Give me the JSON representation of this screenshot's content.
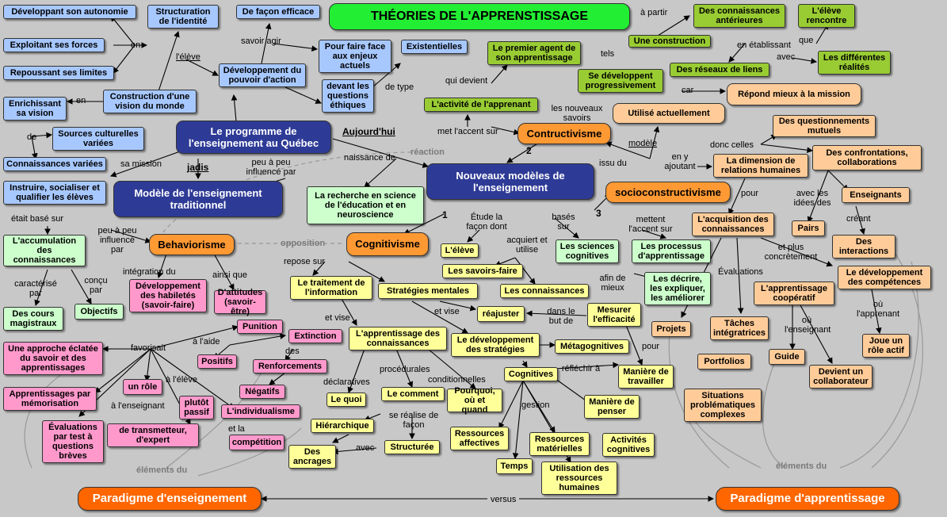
{
  "title": "THÉORIES DE L'APPRENSTISSAGE",
  "nodes": {
    "developpant_autonomie": "Développant son autonomie",
    "exploitant_forces": "Exploitant ses forces",
    "repoussant_limites": "Repoussant ses limites",
    "enrichissant_vision": "Enrichissant sa vision",
    "sources_culturelles": "Sources culturelles variées",
    "connaissances_variees": "Connaissances variées",
    "instruire": "Instruire, socialiser et qualifier les élèves",
    "structuration_identite": "Structuration de l'identité",
    "facon_efficace": "De façon efficace",
    "construction_vision": "Construction d'une vision du monde",
    "developpement_pouvoir": "Développement du pouvoir d'action",
    "faire_face": "Pour faire face aux enjeux actuels",
    "existentielles": "Existentielles",
    "questions_ethiques": "devant les questions éthiques",
    "programme_quebec": "Le programme de l'enseignement au Québec",
    "modele_traditionnel": "Modèle de l'enseignement traditionnel",
    "premier_agent": "Le premier agent de son apprentissage",
    "activite_apprenant": "L'activité de l'apprenant",
    "recherche_science": "La recherche en science de l'éducation et en neuroscience",
    "nouveaux_modeles": "Nouveaux modèles de l'enseignement",
    "contructivisme": "Contructivisme",
    "socioconstructivisme": "socioconstructivisme",
    "une_construction": "Une construction",
    "connaissances_anterieures": "Des connaissances antérieures",
    "eleve_rencontre": "L'élève rencontre",
    "reseaux_liens": "Des réseaux de liens",
    "realites_differentes": "Les différentes réalités",
    "se_developpent": "Se développent progressivement",
    "utilise_actuellement": "Utilisé actuellement",
    "repond_mieux": "Répond mieux à la mission",
    "questionnements_mutuels": "Des questionnements mutuels",
    "confrontations": "Des confrontations, collaborations",
    "dimension_relations": "La dimension de relations humaines",
    "enseignants": "Enseignants",
    "pairs": "Pairs",
    "des_interactions": "Des interactions",
    "acquisition_connaissances": "L'acquisition des connaissances",
    "developpement_competences": "Le développement des compétences",
    "apprentissage_cooperatif": "L'apprentissage coopératif",
    "projets": "Projets",
    "taches_integratrices": "Tâches intégratrices",
    "portfolios": "Portfolios",
    "guide": "Guide",
    "devient_collaborateur": "Devient un collaborateur",
    "joue_role": "Joue un rôle actif",
    "situations_problematiques": "Situations problématiques complexes",
    "accumulation_connaissances": "L'accumulation des connaissances",
    "behaviorisme": "Behaviorisme",
    "cognitivisme": "Cognitivisme",
    "cours_magistraux": "Des cours magistraux",
    "objectifs": "Objectifs",
    "developpement_habiletes": "Développement des habiletés (savoir-faire)",
    "attitudes": "D'attitudes (savoir-être)",
    "approche_eclatee": "Une approche éclatée du savoir et des apprentissages",
    "apprentissages_memorisation": "Apprentissages par mémorisation",
    "evaluations_test": "Évaluations par test à questions brèves",
    "un_role": "un rôle",
    "plutot_passif": "plutôt passif",
    "transmetteur": "de transmetteur, d'expert",
    "competition": "compétition",
    "individualisme": "L'individualisme",
    "negatifs": "Négatifs",
    "renforcements": "Renforcements",
    "positifs": "Positifs",
    "punition": "Punition",
    "extinction": "Extinction",
    "l_eleve_box": "L'élève",
    "savoirs_faire": "Les savoirs-faire",
    "les_connaissances": "Les connaissances",
    "sciences_cognitives": "Les sciences cognitives",
    "processus_apprentissage": "Les processus d'apprentissage",
    "decrire_expliquer": "Les décrire, les expliquer, les améliorer",
    "traitement_information": "Le traitement de l'information",
    "strategies_mentales": "Stratégies mentales",
    "reajuster": "réajuster",
    "mesurer_efficacite": "Mesurer l'efficacité",
    "apprentissage_connaissances": "L'apprentissage des connaissances",
    "developpement_strategies": "Le développement des stratégies",
    "metacognitives": "Métagognitives",
    "cognitives": "Cognitives",
    "maniere_travailler": "Manière de travailler",
    "maniere_penser": "Manière de penser",
    "activites_cognitives": "Activités cognitives",
    "le_quoi": "Le quoi",
    "le_comment": "Le comment",
    "pourquoi_ou_quand": "Pourquoi, où et quand",
    "hierarchique": "Hiérarchique",
    "structuree": "Structurée",
    "des_ancrages": "Des ancrages",
    "ressources_affectives": "Ressources affectives",
    "ressources_materielles": "Ressources matérielles",
    "temps": "Temps",
    "utilisation_ressources": "Utilisation des ressources humaines",
    "paradigme_enseignement": "Paradigme d'enseignement",
    "paradigme_apprentissage": "Paradigme d'apprentissage"
  },
  "labels": {
    "en_1": "en",
    "l_eleve": "l'élève",
    "savoir_agir": "savoir agir",
    "en_2": "en",
    "de": "de",
    "sa_mission": "sa mission",
    "jadis": "jadis",
    "de_type": "de type",
    "qui_devient": "qui devient",
    "met_accent": "met l'accent sur",
    "les_nouveaux_savoirs": "les nouveaux savoirs",
    "aujourdhui": "Aujourd'hui",
    "naissance_de": "naissance de",
    "reaction": "réaction",
    "peu_a_peu_1": "peu à peu influencé par",
    "etait_base_sur": "était basé sur",
    "peu_a_peu_2": "peu à peu influencé par",
    "opposition": "opposition",
    "num_1": "1",
    "num_2": "2",
    "num_3": "3",
    "a_partir": "à partir",
    "tels": "tels",
    "en_etablissant": "en établissant",
    "avec_1": "avec",
    "que": "que",
    "car": "car",
    "modele": "modèle",
    "issu_du": "issu du",
    "en_y_ajoutant": "en y ajoutant",
    "donc_celles": "donc celles",
    "pour_1": "pour",
    "avec_les_idees": "avec les idées des",
    "creant": "créant",
    "et_plus_concretement": "et plus concrètement",
    "evaluations": "Évaluations",
    "ou_enseignant": "où l'enseignant",
    "ou_apprenant": "où l'apprenant",
    "elements_du_1": "éléments du",
    "elements_du_2": "éléments du",
    "caracterise_par": "caractérisé par",
    "concu_par": "conçu par",
    "integration_du": "intégration du",
    "ainsi_que": "ainsi que",
    "repose_sur": "repose sur",
    "etude_facon": "Étude la façon dont",
    "bases_sur": "basés sur",
    "acquiert_utilise": "acquiert et utilise",
    "mettent_accent": "mettent l'accent sur",
    "afin_de_mieux": "afin de mieux",
    "favorisait": "favorisait",
    "a_laide": "à l'aide",
    "des": "des",
    "a_leleve": "à l'élève",
    "a_lenseignant": "à l'enseignant",
    "et_la": "et la",
    "et_vise_1": "et vise",
    "et_vise_2": "et vise",
    "dans_le_but": "dans le but de",
    "pour_2": "pour",
    "reflechir_a": "réfléchir à",
    "declaratives": "déclaratives",
    "procedurales": "procédurales",
    "conditionnelles": "conditionnelles",
    "se_realise": "se réalise de façon",
    "avec_2": "avec",
    "gestion": "gestion",
    "versus": "versus"
  },
  "colors": {
    "background": "#c8c8c8",
    "blue": "#a7c8ff",
    "green": "#99cc33",
    "mint": "#ccffcc",
    "yellow": "#ffff99",
    "pink": "#ff99cc",
    "peach": "#ffcc99",
    "orange": "#ff9933",
    "navy": "#2e3b96",
    "title": "#22ee33",
    "paradigm": "#ff6600"
  }
}
